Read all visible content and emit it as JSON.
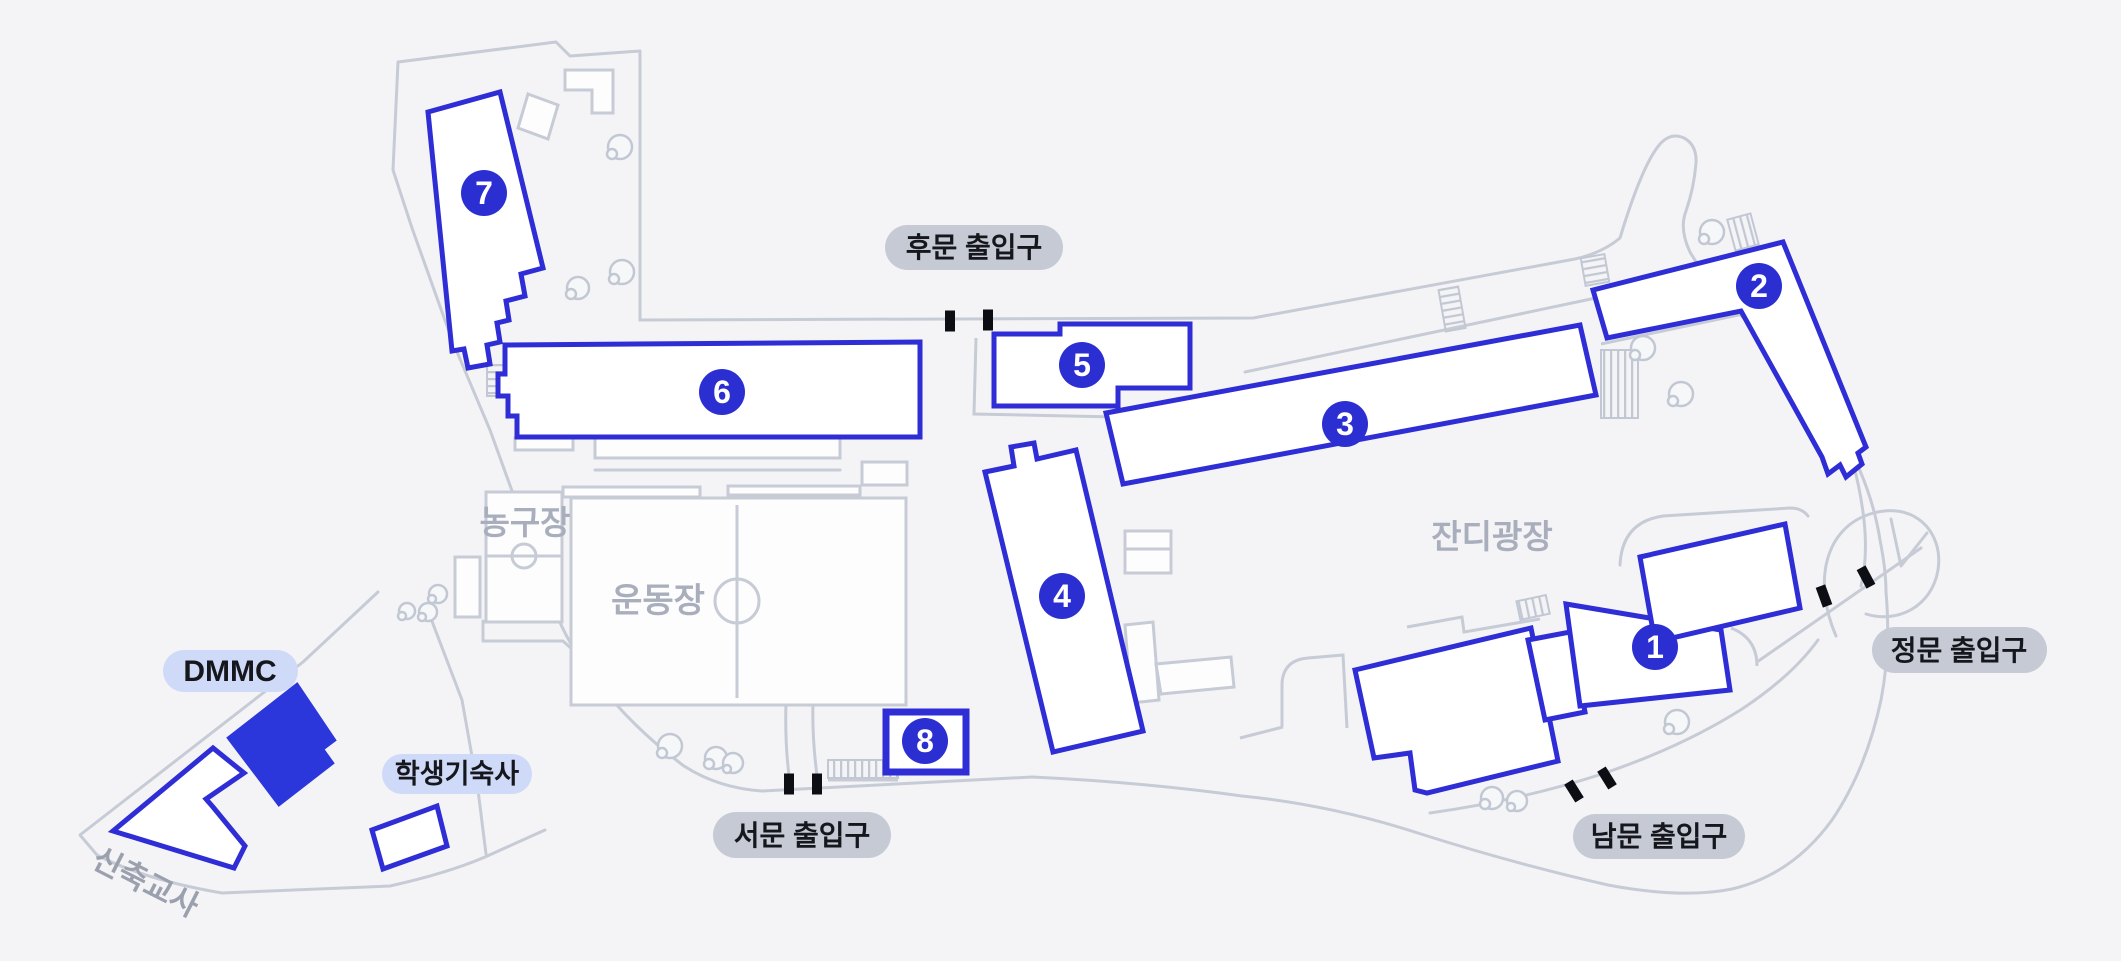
{
  "map": {
    "colors": {
      "background": "#f4f4f6",
      "building_outline": "#2e2dd6",
      "building_fill": "#ffffff",
      "highlight_solid": "#2b36db",
      "badge": "#2b2fd2",
      "badge_number": "#ffffff",
      "boundary_gray": "#c6cbd6",
      "gate_pill_bg": "#c5cad5",
      "gate_pill_text": "#15171d",
      "facility_pill_bg": "#cfdaf8",
      "area_label": "#a8aebc",
      "gate_marker": "#0c0e14"
    },
    "buildings": [
      {
        "number": "1"
      },
      {
        "number": "2"
      },
      {
        "number": "3"
      },
      {
        "number": "4"
      },
      {
        "number": "5"
      },
      {
        "number": "6"
      },
      {
        "number": "7"
      },
      {
        "number": "8"
      }
    ],
    "gates": [
      {
        "label": "후문 출입구"
      },
      {
        "label": "정문 출입구"
      },
      {
        "label": "남문 출입구"
      },
      {
        "label": "서문 출입구"
      }
    ],
    "facilities": [
      {
        "label": "DMMC"
      },
      {
        "label": "학생기숙사"
      }
    ],
    "areas": [
      {
        "label": "잔디광장"
      },
      {
        "label": "운동장"
      },
      {
        "label": "농구장"
      },
      {
        "label": "신축교사"
      }
    ]
  }
}
